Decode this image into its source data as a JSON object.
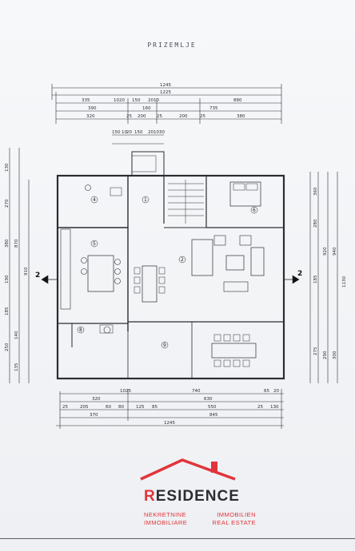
{
  "plan": {
    "title": "PRIZEMLJE",
    "section_marker": "2",
    "top_dims": {
      "row1": [
        "1245"
      ],
      "row2": [
        "1225"
      ],
      "row3": [
        "335",
        "1020",
        "150",
        "2010",
        "880"
      ],
      "row4": [
        "390",
        "160",
        "735"
      ],
      "row5": [
        "320",
        "25",
        "200",
        "25",
        "200",
        "25",
        "380"
      ],
      "row6": [
        "150",
        "10",
        "20",
        "150",
        "20",
        "10",
        "30"
      ]
    },
    "bottom_dims": {
      "row1": [
        "1025",
        "740",
        "65",
        "20"
      ],
      "row2": [
        "320",
        "630"
      ],
      "row3": [
        "25",
        "205",
        "60",
        "80",
        "125",
        "85",
        "550",
        "25",
        "130"
      ],
      "row4": [
        "370",
        "845"
      ],
      "row5": [
        "1245"
      ]
    },
    "left_dims": [
      "130",
      "270",
      "870",
      "380",
      "190",
      "910",
      "185",
      "140",
      "250",
      "135"
    ],
    "right_dims": [
      "360",
      "280",
      "920",
      "185",
      "940",
      "1130",
      "275",
      "290",
      "300"
    ],
    "rooms": [
      "4",
      "1",
      "6",
      "5",
      "2",
      "8",
      "9"
    ]
  },
  "brand": {
    "name_first": "R",
    "name_rest": "ESIDENCE",
    "tag_left_1": "NEKRETNINE",
    "tag_right_1": "IMMOBILIEN",
    "tag_left_2": "IMMOBILIARE",
    "tag_right_2": "REAL ESTATE",
    "accent_color": "#e0353b"
  }
}
